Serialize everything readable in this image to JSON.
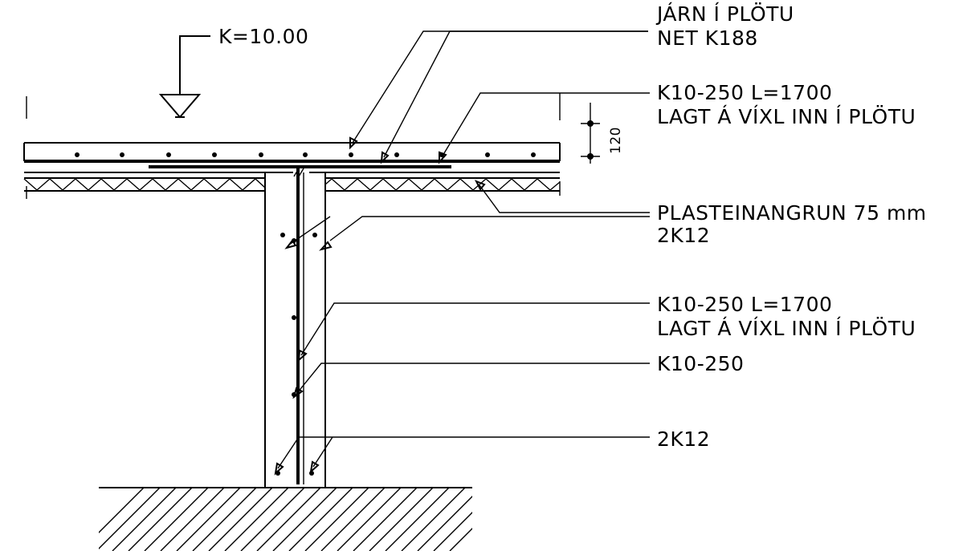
{
  "labels": {
    "elevation": "K=10.00",
    "slab_mesh_line1": "JÁRN Í PLÖTU",
    "slab_mesh_line2": "NET K188",
    "slab_bar_line1": "K10-250 L=1700",
    "slab_bar_line2": "LAGT Á VÍXL INN Í PLÖTU",
    "insulation": "PLASTEINANGRUN 75 mm",
    "top_bars": "2K12",
    "wall_bar_line1": "K10-250 L=1700",
    "wall_bar_line2": "LAGT Á VÍXL INN Í PLÖTU",
    "wall_stirrups": "K10-250",
    "bottom_bars": "2K12",
    "slab_thickness": "120"
  },
  "colors": {
    "line": "#000000",
    "background": "#ffffff"
  }
}
